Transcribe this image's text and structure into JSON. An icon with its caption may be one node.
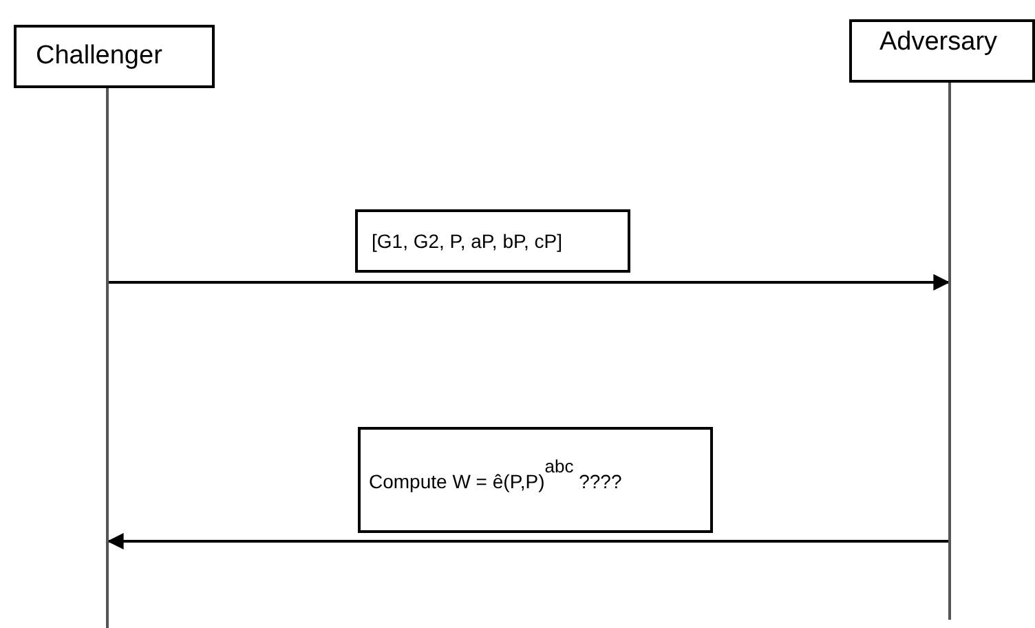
{
  "diagram": {
    "nodes": [
      {
        "text": [
          "Challenger"
        ]
      },
      {
        "text": [
          "Adversary"
        ]
      },
      {
        "text": [],
        "shape": "line"
      },
      {
        "text": [],
        "shape": "line"
      },
      {
        "text": [
          "[G1, G2, P, aP, bP, cP]"
        ]
      },
      {
        "text": [
          "Compute W = ê(P,P)$^{abc}$ ????"
        ]
      }
    ],
    "edges": [
      {
        "from": 2,
        "to": 3,
        "arrow": "to"
      },
      {
        "from": 3,
        "to": 2,
        "arrow": "to"
      }
    ]
  }
}
